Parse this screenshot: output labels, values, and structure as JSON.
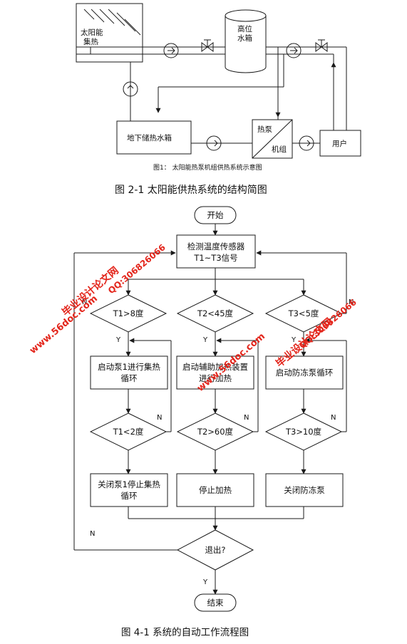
{
  "figure_top": {
    "nodes": {
      "solar_collector": "太阳能集热",
      "high_tank": "高位水箱",
      "underground_tank": "地下储热水箱",
      "heat_pump_a": "热泵",
      "heat_pump_b": "机组",
      "user": "用户"
    },
    "sub_caption": "图1： 太阳能热泵机组供热系统示意图",
    "caption": "图 2-1 太阳能供热系统的结构简图"
  },
  "flowchart": {
    "start": "开始",
    "sensor_line1": "检测温度传感器",
    "sensor_line2": "T1~T3信号",
    "cond_t1_gt8": "T1>8度",
    "cond_t2_lt45": "T2<45度",
    "cond_t3_lt5": "T3<5度",
    "act_pump1_on_l1": "启动泵1进行集热",
    "act_pump1_on_l2": "循环",
    "act_aux_on_l1": "启动辅助加热装置",
    "act_aux_on_l2": "进行加热",
    "act_antifreeze_on": "启动防冻泵循环",
    "cond_t1_lt2": "T1<2度",
    "cond_t2_gt60": "T2>60度",
    "cond_t3_gt10": "T3>10度",
    "act_pump1_off_l1": "关闭泵1停止集热",
    "act_pump1_off_l2": "循环",
    "act_stop_heat": "停止加热",
    "act_antifreeze_off": "关闭防冻泵",
    "cond_exit": "退出?",
    "end": "结束",
    "label_y": "Y",
    "label_n": "N",
    "caption": "图 4-1 系统的自动工作流程图"
  },
  "watermarks": {
    "site": "www.56doc.com",
    "qq": "QQ:306826066",
    "brand": "毕业设计论文网"
  },
  "colors": {
    "line": "#1a1a1a",
    "watermark": "#e3251b"
  }
}
